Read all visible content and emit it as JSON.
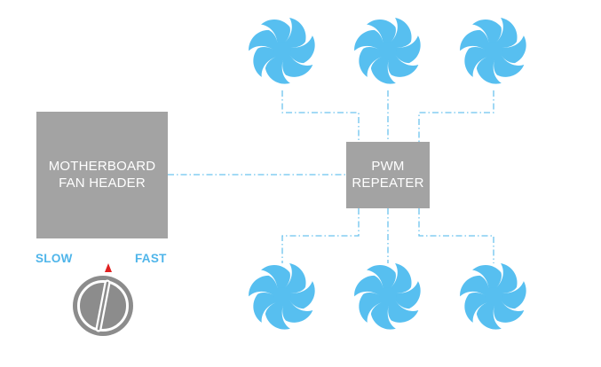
{
  "motherboard": {
    "line1": "MOTHERBOARD",
    "line2": "FAN HEADER"
  },
  "repeater": {
    "line1": "PWM",
    "line2": "REPEATER"
  },
  "speed_dial": {
    "slow_label": "SLOW",
    "fast_label": "FAST"
  },
  "colors": {
    "box_fill": "#a3a3a3",
    "box_text": "#ffffff",
    "fan_blue": "#57bff0",
    "wire": "#6cc3ef",
    "label_blue": "#4fb5ea",
    "knob_grey": "#8c8c8c",
    "pointer_red": "#e02020"
  },
  "icons": {
    "fan": "fan-icon",
    "knob": "speed-knob-icon"
  }
}
